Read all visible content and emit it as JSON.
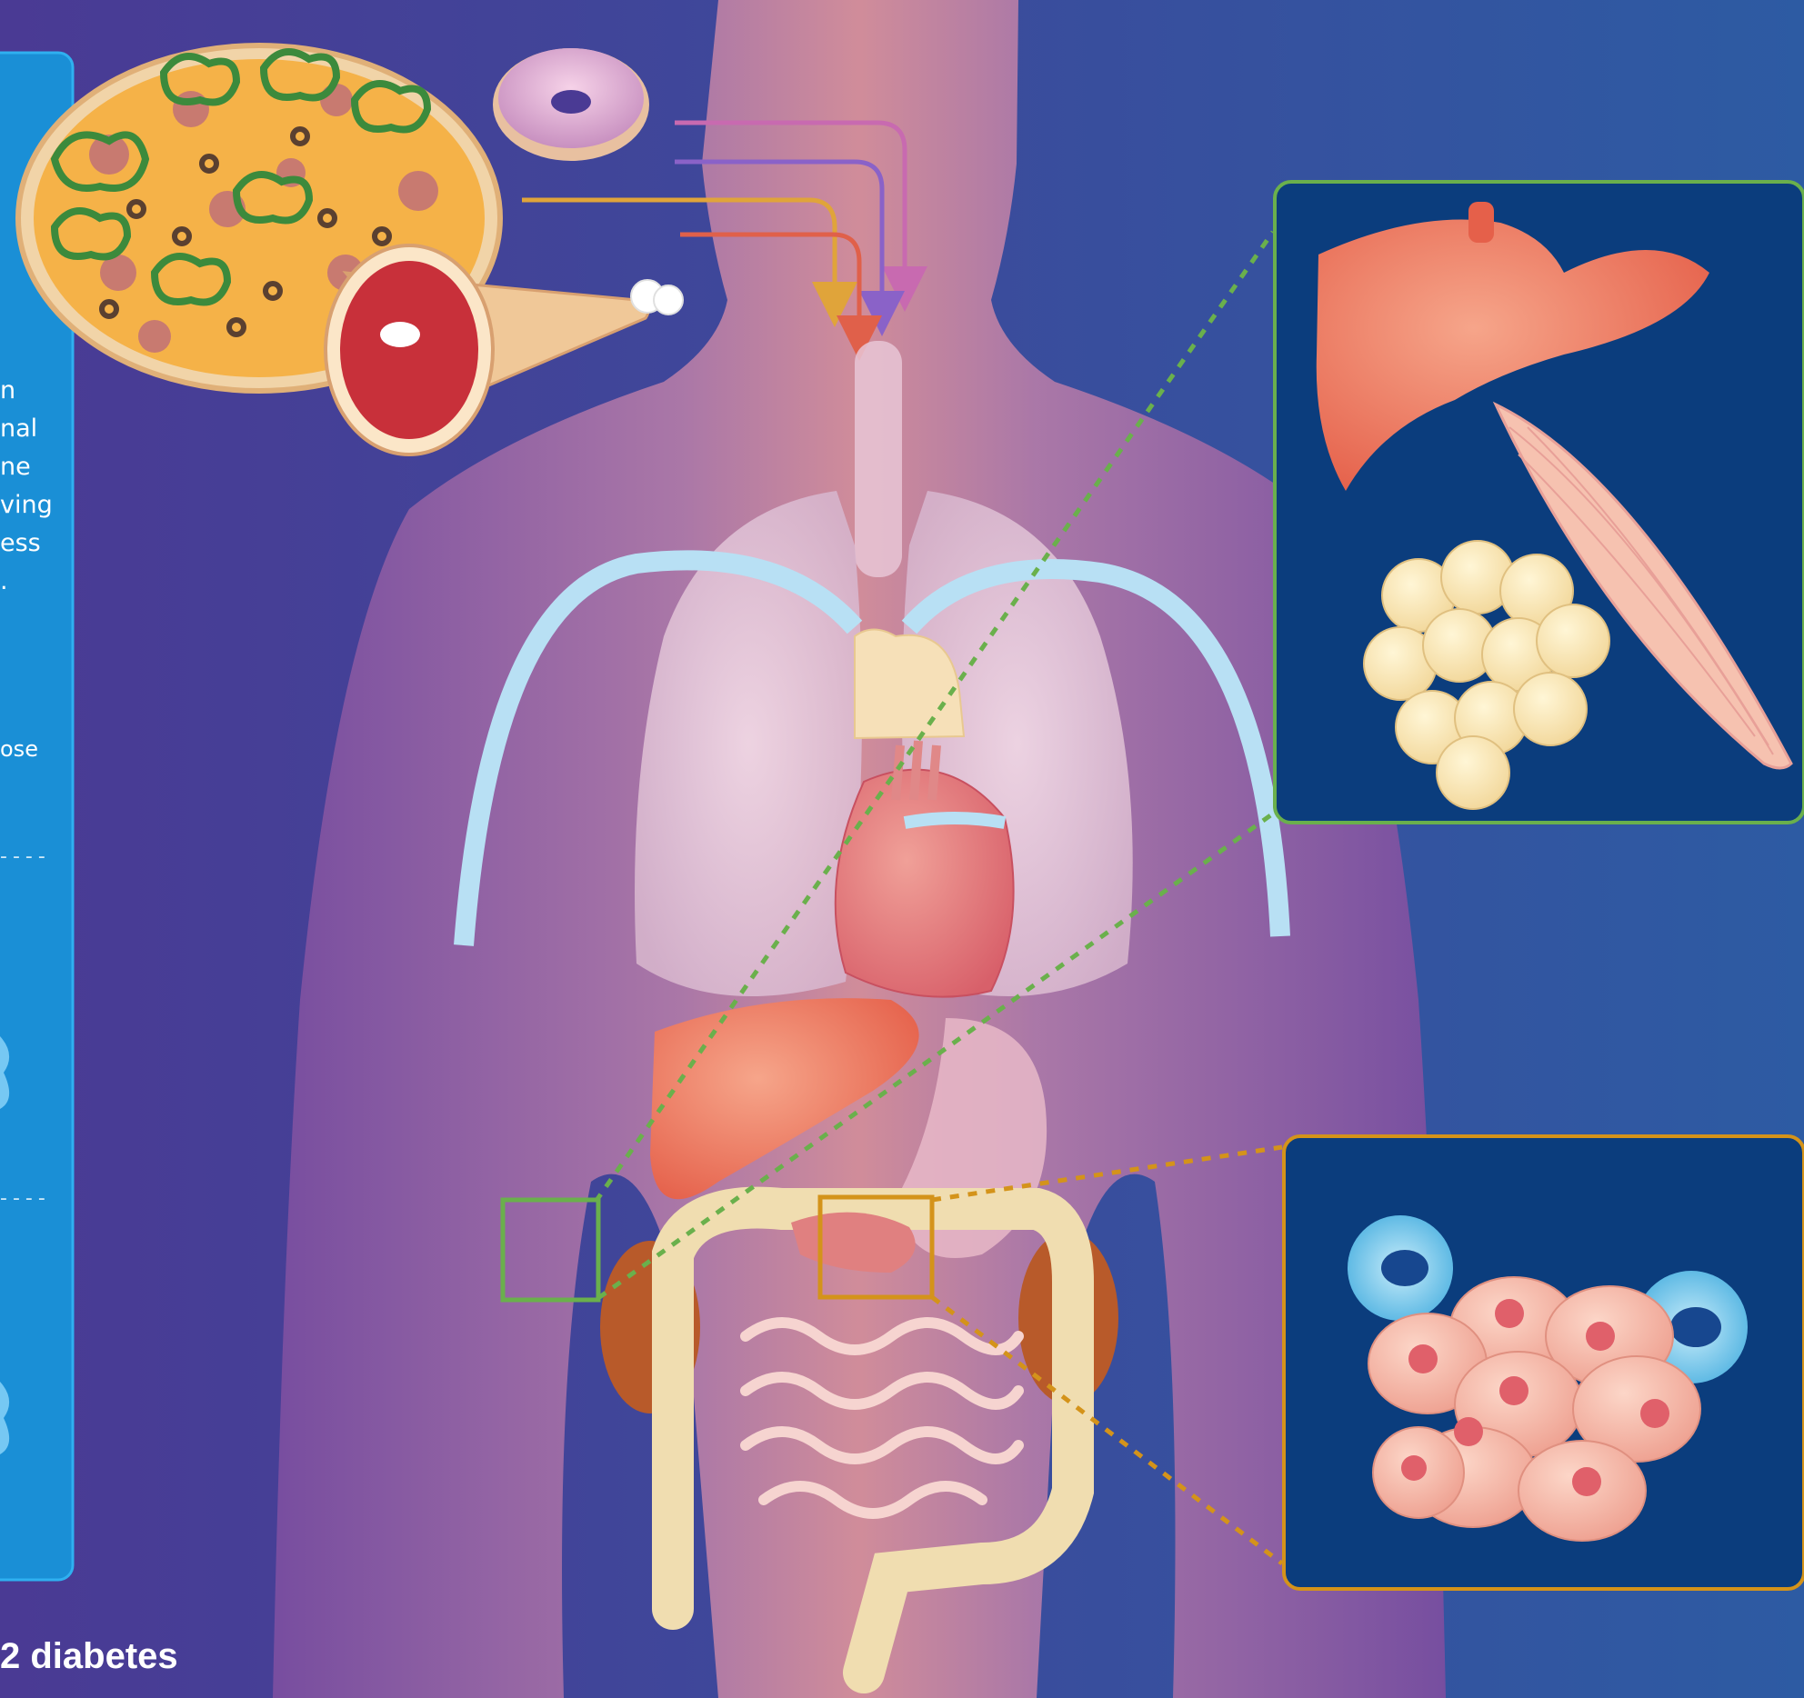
{
  "side_panel": {
    "text_lines": [
      "n",
      "nal",
      "ne",
      "ving",
      "ess",
      "."
    ],
    "small_text": [
      "ose",
      ""
    ],
    "dashes": [
      "----",
      "----"
    ]
  },
  "footer_title": "2 diabetes",
  "colors": {
    "background_left": "#4a3a94",
    "background_right": "#2d5ba3",
    "side_panel": "#1a8fd6",
    "inset_panel": "#0b3d7d",
    "green_link": "#6ab04c",
    "orange_link": "#d4931a",
    "arrow_pink": "#c86ab0",
    "arrow_purple": "#8a62c8",
    "arrow_yellow": "#e0a43a",
    "arrow_red": "#e0604a"
  },
  "icons": [
    "pizza-icon",
    "donut-icon",
    "ham-leg-icon",
    "liver-icon",
    "muscle-icon",
    "fat-cells-icon",
    "immune-cells-icon",
    "pancreas-cells-icon"
  ]
}
